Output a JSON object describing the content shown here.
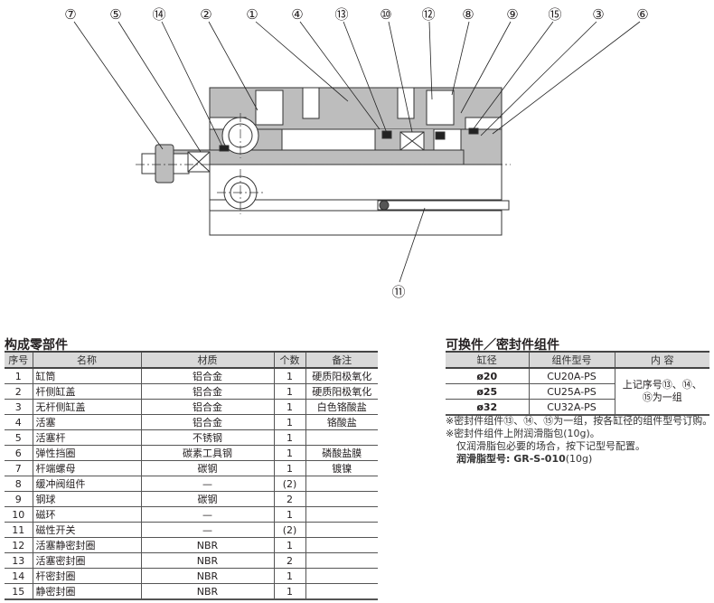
{
  "diagram": {
    "callouts_top": [
      "⑦",
      "⑤",
      "⑭",
      "②",
      "①",
      "④",
      "⑬",
      "⑩",
      "⑫",
      "⑧",
      "⑨",
      "⑮",
      "③",
      "⑥"
    ],
    "callout_bottom": "⑪"
  },
  "parts_table": {
    "title": "构成零部件",
    "headers": [
      "序号",
      "名称",
      "材质",
      "个数",
      "备注"
    ],
    "rows": [
      [
        "1",
        "缸筒",
        "铝合金",
        "1",
        "硬质阳极氧化"
      ],
      [
        "2",
        "杆侧缸盖",
        "铝合金",
        "1",
        "硬质阳极氧化"
      ],
      [
        "3",
        "无杆侧缸盖",
        "铝合金",
        "1",
        "白色铬酸盐"
      ],
      [
        "4",
        "活塞",
        "铝合金",
        "1",
        "铬酸盐"
      ],
      [
        "5",
        "活塞杆",
        "不锈钢",
        "1",
        ""
      ],
      [
        "6",
        "弹性挡圈",
        "碳素工具钢",
        "1",
        "磷酸盐膜"
      ],
      [
        "7",
        "杆端螺母",
        "碳钢",
        "1",
        "镀镍"
      ],
      [
        "8",
        "缓冲阀组件",
        "—",
        "(2)",
        ""
      ],
      [
        "9",
        "钢球",
        "碳钢",
        "2",
        ""
      ],
      [
        "10",
        "磁环",
        "—",
        "1",
        ""
      ],
      [
        "11",
        "磁性开关",
        "—",
        "(2)",
        ""
      ],
      [
        "12",
        "活塞静密封圈",
        "NBR",
        "1",
        ""
      ],
      [
        "13",
        "活塞密封圈",
        "NBR",
        "2",
        ""
      ],
      [
        "14",
        "杆密封圈",
        "NBR",
        "1",
        ""
      ],
      [
        "15",
        "静密封圈",
        "NBR",
        "1",
        ""
      ]
    ]
  },
  "seal_table": {
    "title": "可换件／密封件组件",
    "headers": [
      "缸径",
      "组件型号",
      "内 容"
    ],
    "rows": [
      [
        "ø20",
        "CU20A-PS"
      ],
      [
        "ø25",
        "CU25A-PS"
      ],
      [
        "ø32",
        "CU32A-PS"
      ]
    ],
    "content": "上记序号⑬、⑭、⑮为一组",
    "notes": [
      "※密封件组件⑬、⑭、⑮为一组，按各缸径的组件型号订购。",
      "※密封件组件上附润滑脂包(10g)。",
      "仅润滑脂包必要的场合，按下记型号配置。"
    ],
    "grease_label": "润滑脂型号: ",
    "grease_value": "GR-S-010",
    "grease_suffix": "(10g)"
  }
}
